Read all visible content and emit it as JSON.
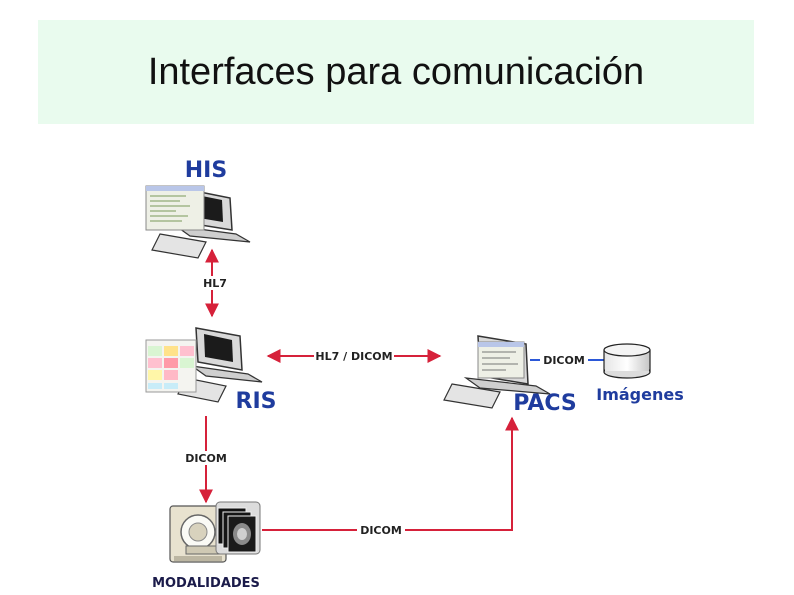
{
  "title": "Interfaces para comunicación",
  "nodes": {
    "his": "HIS",
    "ris": "RIS",
    "pacs": "PACS",
    "modalidades": "MODALIDADES",
    "imagenes": "Imágenes"
  },
  "connections": {
    "his_ris": "HL7",
    "ris_pacs": "HL7 / DICOM",
    "pacs_imagenes": "DICOM",
    "ris_modalidades": "DICOM",
    "modalidades_pacs": "DICOM"
  },
  "colors": {
    "arrow": "#d6213a",
    "label_blue": "#1f3c9e",
    "title_bg": "#e9fbee",
    "storage": "#2b58d8"
  }
}
